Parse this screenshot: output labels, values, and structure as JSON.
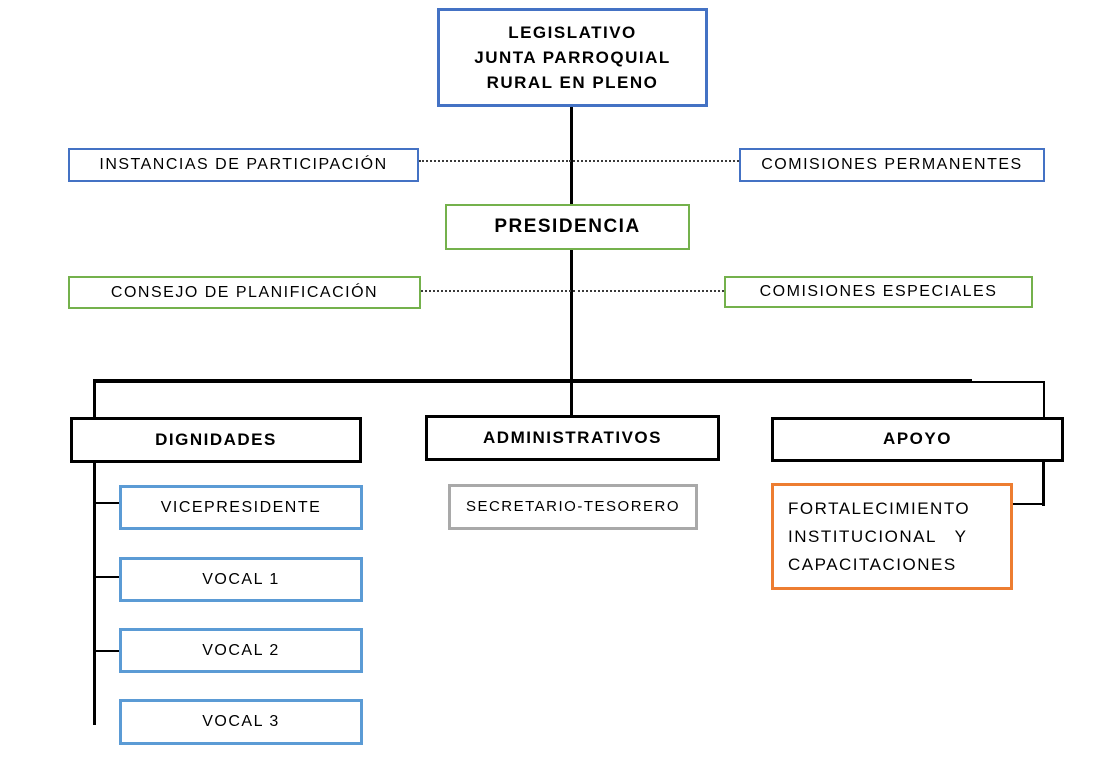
{
  "colors": {
    "dark_blue": "#4472C4",
    "light_blue": "#5B9BD5",
    "green": "#74B14C",
    "orange": "#ED7D31",
    "gray": "#A9A9A9",
    "line_black": "#000000"
  },
  "nodes": {
    "legislativo": {
      "lines": [
        "LEGISLATIVO",
        "JUNTA PARROQUIAL",
        "RURAL EN PLENO"
      ]
    },
    "instancias_participacion": {
      "label": "INSTANCIAS DE PARTICIPACIÓN"
    },
    "comisiones_permanentes": {
      "label": "COMISIONES PERMANENTES"
    },
    "presidencia": {
      "label": "PRESIDENCIA"
    },
    "consejo_planificacion": {
      "label": "CONSEJO DE PLANIFICACIÓN"
    },
    "comisiones_especiales": {
      "label": "COMISIONES ESPECIALES"
    },
    "dignidades": {
      "label": "DIGNIDADES"
    },
    "administrativos": {
      "label": "ADMINISTRATIVOS"
    },
    "apoyo": {
      "label": "APOYO"
    },
    "vicepresidente": {
      "label": "VICEPRESIDENTE"
    },
    "vocal_1": {
      "label": "VOCAL 1"
    },
    "vocal_2": {
      "label": "VOCAL 2"
    },
    "vocal_3": {
      "label": "VOCAL 3"
    },
    "secretario_tesorero": {
      "label": "SECRETARIO-TESORERO"
    },
    "fortalecimiento": {
      "lines": [
        "FORTALECIMIENTO",
        "INSTITUCIONAL   Y",
        "CAPACITACIONES"
      ]
    }
  }
}
